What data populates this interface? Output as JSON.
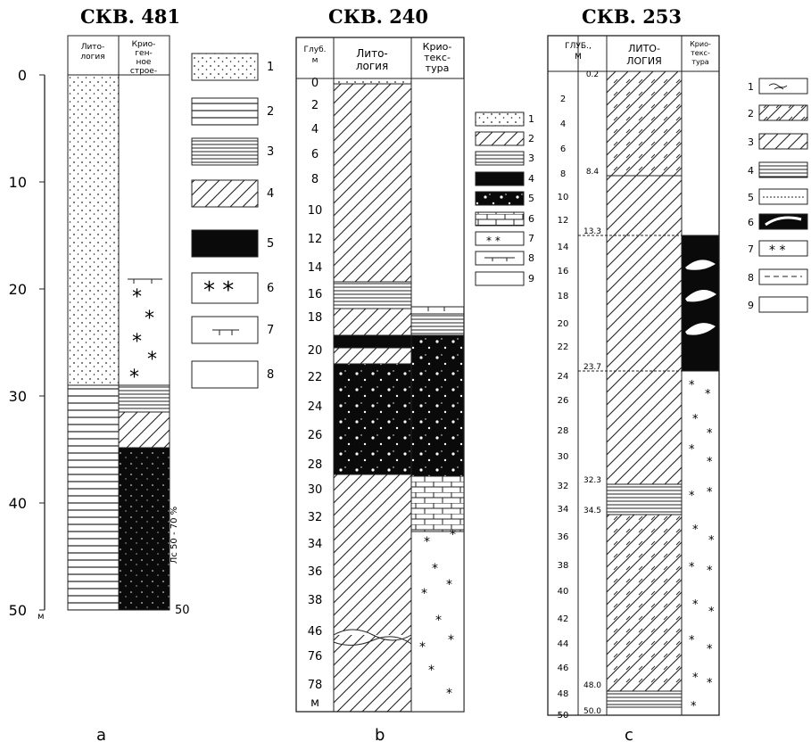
{
  "titles": {
    "a": "СКВ. 481",
    "b": "СКВ. 240",
    "c": "СКВ. 253"
  },
  "panel_labels": {
    "a": "a",
    "b": "b",
    "c": "c"
  },
  "col_a": {
    "lithology": "Лито-логия",
    "cryo": "Крио-ген-ное строе-ние",
    "depth_ticks": [
      "0",
      "10",
      "20",
      "30",
      "40",
      "50"
    ],
    "depth_unit": "м",
    "bottom_label": "50",
    "ice_label": "Лс 50 - 70 %",
    "legend": [
      "1",
      "2",
      "3",
      "4",
      "5",
      "6",
      "7",
      "8"
    ]
  },
  "col_b": {
    "depth": "Глуб. м",
    "lithology": "Лито-логия",
    "cryo": "Крио-текс-тура",
    "depth_ticks": [
      "0",
      "2",
      "4",
      "6",
      "8",
      "10",
      "12",
      "14",
      "16",
      "18",
      "20",
      "22",
      "24",
      "26",
      "28",
      "30",
      "32",
      "34",
      "36",
      "38",
      "46",
      "76",
      "78",
      "м"
    ],
    "legend": [
      "1",
      "2",
      "3",
      "4",
      "5",
      "6",
      "7",
      "8",
      "9"
    ]
  },
  "col_c": {
    "depth": "ГЛУБ., М",
    "lithology": "ЛИТО-ЛОГИЯ",
    "cryo": "Крио-текс-тура",
    "depth_ticks": [
      "2",
      "4",
      "6",
      "8",
      "10",
      "12",
      "14",
      "16",
      "18",
      "20",
      "22",
      "24",
      "26",
      "28",
      "30",
      "32",
      "34",
      "36",
      "38",
      "40",
      "42",
      "44",
      "46",
      "48",
      "50"
    ],
    "layer_marks": [
      "0.2",
      "8.4",
      "13.3",
      "23.7",
      "32.3",
      "34.5",
      "48.0",
      "50.0"
    ],
    "legend": [
      "1",
      "2",
      "3",
      "4",
      "5",
      "6",
      "7",
      "8",
      "9"
    ]
  }
}
